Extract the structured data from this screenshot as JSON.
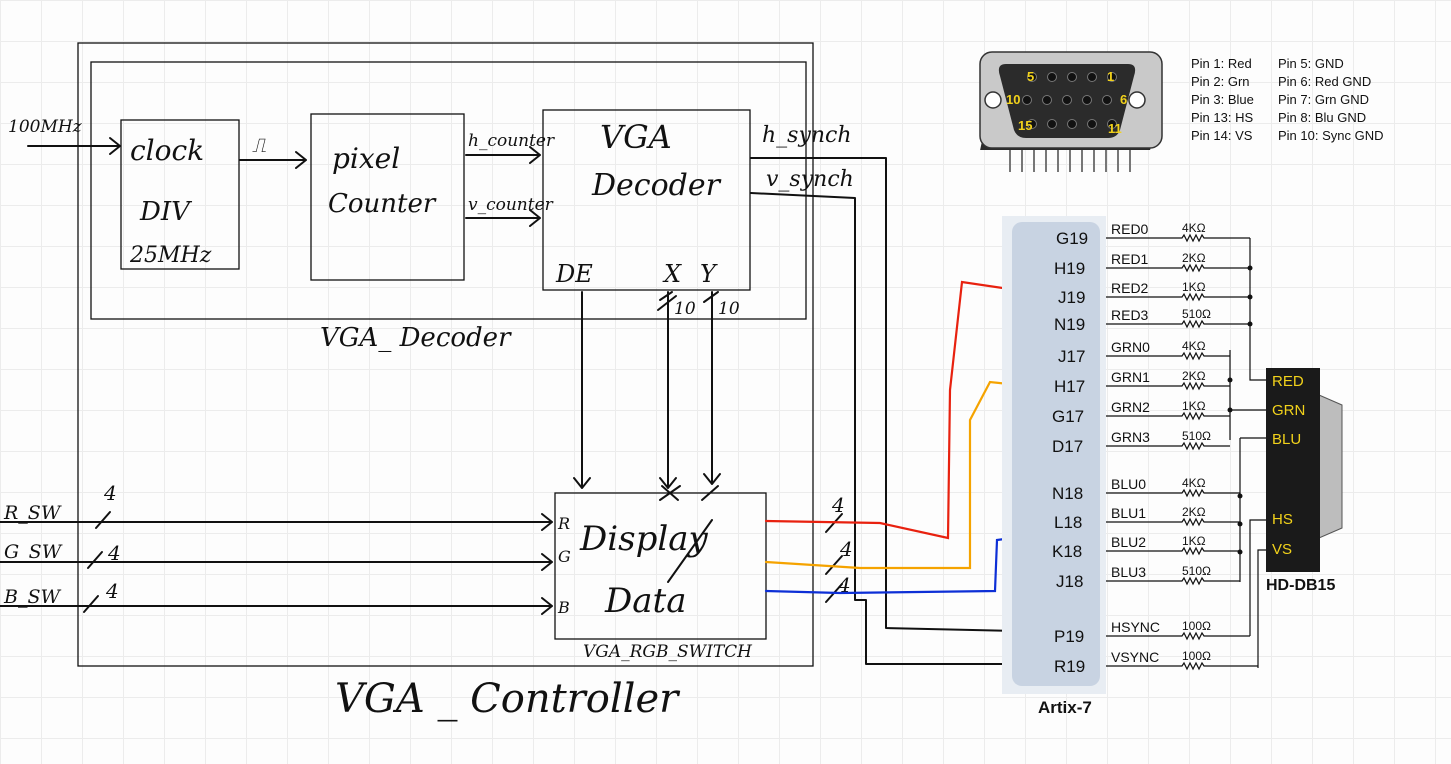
{
  "blocks": {
    "controller": "VGA _ Controller",
    "decoder": "VGA_ Decoder",
    "clock_div_1": "clock",
    "clock_div_2": "DIV",
    "clock_div_3": "25MHz",
    "pixel_counter_1": "pixel",
    "pixel_counter_2": "Counter",
    "vga_decoder_1": "VGA",
    "vga_decoder_2": "Decoder",
    "display_data_1": "Display",
    "display_data_2": "Data",
    "switch_label": "VGA_RGB_SWITCH"
  },
  "signals": {
    "clk_in": "100MHz",
    "clk_out": "⎍",
    "h_counter": "h_counter",
    "v_counter": "v_counter",
    "h_synch": "h_synch",
    "v_synch": "v_synch",
    "de": "DE",
    "x": "X",
    "y": "Y",
    "x_width": "10",
    "y_width": "10",
    "r_sw": "R_SW",
    "g_sw": "G_SW",
    "b_sw": "B_SW",
    "in_width_r": "4",
    "in_width_g": "4",
    "in_width_b": "4",
    "out_width_r": "4",
    "out_width_g": "4",
    "out_width_b": "4",
    "port_r": "R",
    "port_g": "G",
    "port_b": "B"
  },
  "fpga": {
    "name": "Artix-7",
    "pins": [
      "G19",
      "H19",
      "J19",
      "N19",
      "J17",
      "H17",
      "G17",
      "D17",
      "N18",
      "L18",
      "K18",
      "J18",
      "P19",
      "R19"
    ]
  },
  "nets": [
    {
      "name": "RED0",
      "res": "4KΩ"
    },
    {
      "name": "RED1",
      "res": "2KΩ"
    },
    {
      "name": "RED2",
      "res": "1KΩ"
    },
    {
      "name": "RED3",
      "res": "510Ω"
    },
    {
      "name": "GRN0",
      "res": "4KΩ"
    },
    {
      "name": "GRN1",
      "res": "2KΩ"
    },
    {
      "name": "GRN2",
      "res": "1KΩ"
    },
    {
      "name": "GRN3",
      "res": "510Ω"
    },
    {
      "name": "BLU0",
      "res": "4KΩ"
    },
    {
      "name": "BLU1",
      "res": "2KΩ"
    },
    {
      "name": "BLU2",
      "res": "1KΩ"
    },
    {
      "name": "BLU3",
      "res": "510Ω"
    },
    {
      "name": "HSYNC",
      "res": "100Ω"
    },
    {
      "name": "VSYNC",
      "res": "100Ω"
    }
  ],
  "connector": {
    "name": "HD-DB15",
    "signals": [
      "RED",
      "GRN",
      "BLU",
      "HS",
      "VS"
    ],
    "colors": {
      "body": "#1a1a1a",
      "text": "#f2d21b"
    }
  },
  "vga_port": {
    "numbers": [
      "5",
      "1",
      "10",
      "6",
      "15",
      "11"
    ]
  },
  "pinout": {
    "left": [
      "Pin 1: Red",
      "Pin 2: Grn",
      "Pin 3: Blue",
      "Pin 13: HS",
      "Pin 14: VS"
    ],
    "right": [
      "Pin 5: GND",
      "Pin 6: Red GND",
      "Pin 7: Grn GND",
      "Pin 8: Blu GND",
      "Pin 10: Sync GND"
    ]
  },
  "wire_colors": {
    "red": "#e8210f",
    "orange": "#f5a300",
    "blue": "#0d2fd6"
  }
}
